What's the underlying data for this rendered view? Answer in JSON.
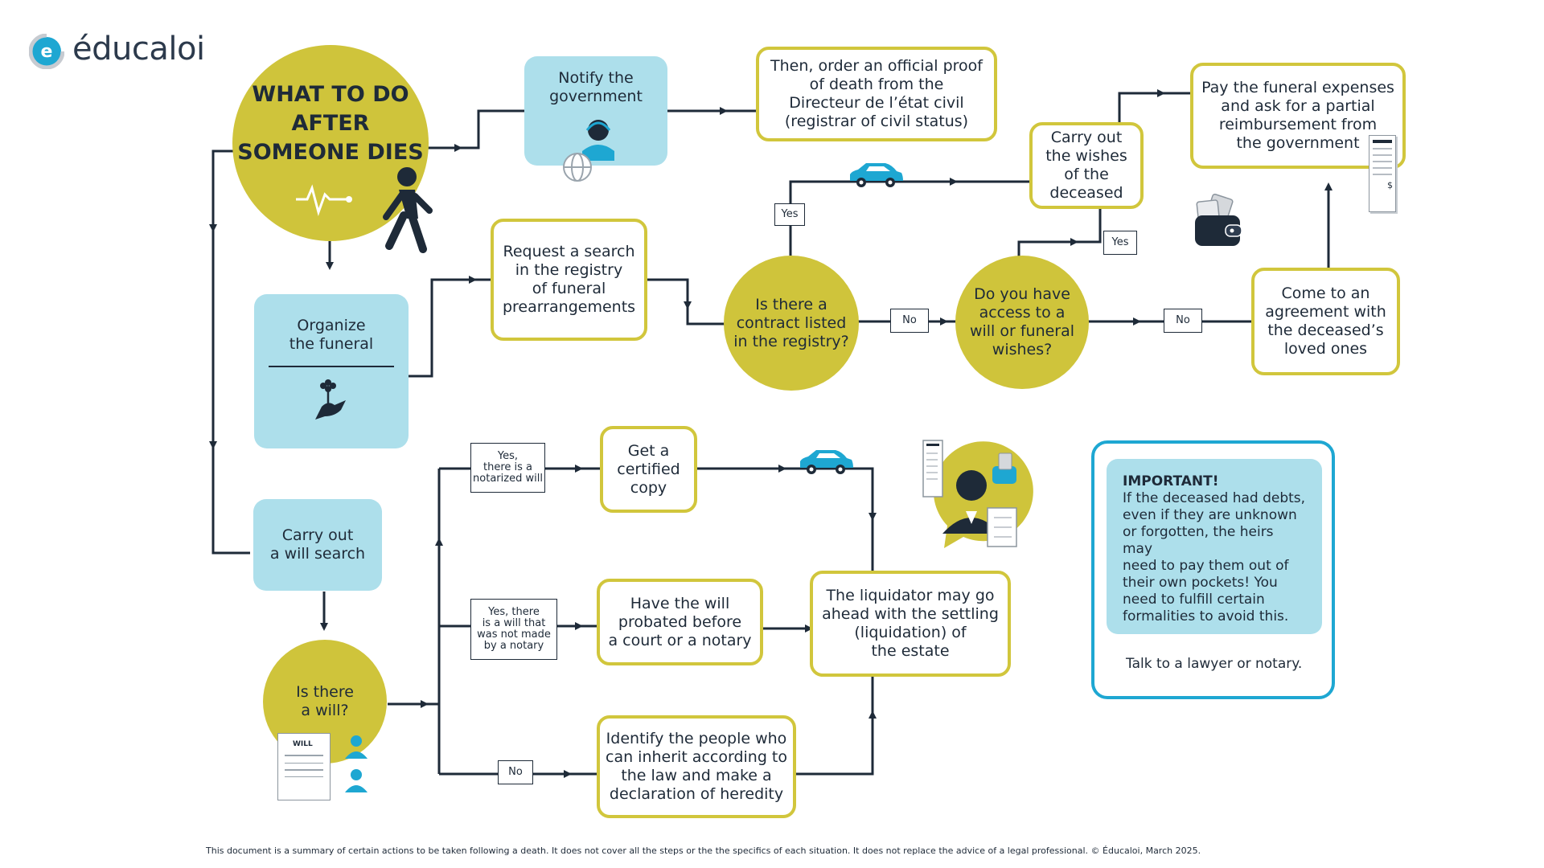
{
  "brand": {
    "name": "éducaloi"
  },
  "title": "WHAT TO DO\nAFTER\nSOMEONE DIES",
  "nodes": {
    "notify_government": "Notify the\ngovernment",
    "order_proof": "Then, order an official proof\nof death from the\nDirecteur de l’état civil\n(registrar of civil status)",
    "carry_out_wishes": "Carry out\nthe wishes\nof the\ndeceased",
    "pay_funeral": "Pay the funeral expenses\nand ask for a partial\nreimbursement from\nthe government",
    "organize_funeral": "Organize\nthe funeral",
    "request_search": "Request a search\nin the registry\nof funeral\nprearrangements",
    "contract_listed": "Is there a\ncontract listed\nin the registry?",
    "access_will": "Do you have\naccess to a\nwill or funeral\nwishes?",
    "agreement": "Come to an\nagreement with\nthe deceased’s\nloved ones",
    "will_search": "Carry out\na will search",
    "is_there_will": "Is there\na will?",
    "certified_copy": "Get a\ncertified\ncopy",
    "probate": "Have the will\nprobated before\na court or a notary",
    "identify_heirs": "Identify the people who\ncan inherit according to\nthe law and make a\ndeclaration of heredity",
    "liquidator": "The liquidator may go\nahead with the settling\n(liquidation) of\nthe estate"
  },
  "labels": {
    "yes_contract": "Yes",
    "no_contract": "No",
    "yes_access": "Yes",
    "no_access": "No",
    "yes_notarized": "Yes,\nthere is a\nnotarized will",
    "yes_not_notary": "Yes, there\nis a will that\nwas not made\nby a notary",
    "no_will": "No"
  },
  "icons": {
    "will_doc_label": "WILL",
    "receipt_dollar": "$"
  },
  "important": {
    "title": "IMPORTANT!",
    "body": "If the deceased had debts,\neven if they are unknown\nor forgotten, the heirs may\nneed to pay them out of\ntheir own pockets! You\nneed to fulfill certain\nformalities to avoid this.",
    "advice": "Talk to a lawyer or notary."
  },
  "footer": "This document is a summary of certain actions to be taken following a death. It does not cover all the steps or the the specifics of each situation. It does not replace the advice of a legal professional. © Éducaloi, March 2025.",
  "colors": {
    "olive": "#cfc43b",
    "olive_border": "#d1c63c",
    "light_blue": "#addfeb",
    "accent_blue": "#1ea7d2",
    "navy": "#1e2a38"
  }
}
